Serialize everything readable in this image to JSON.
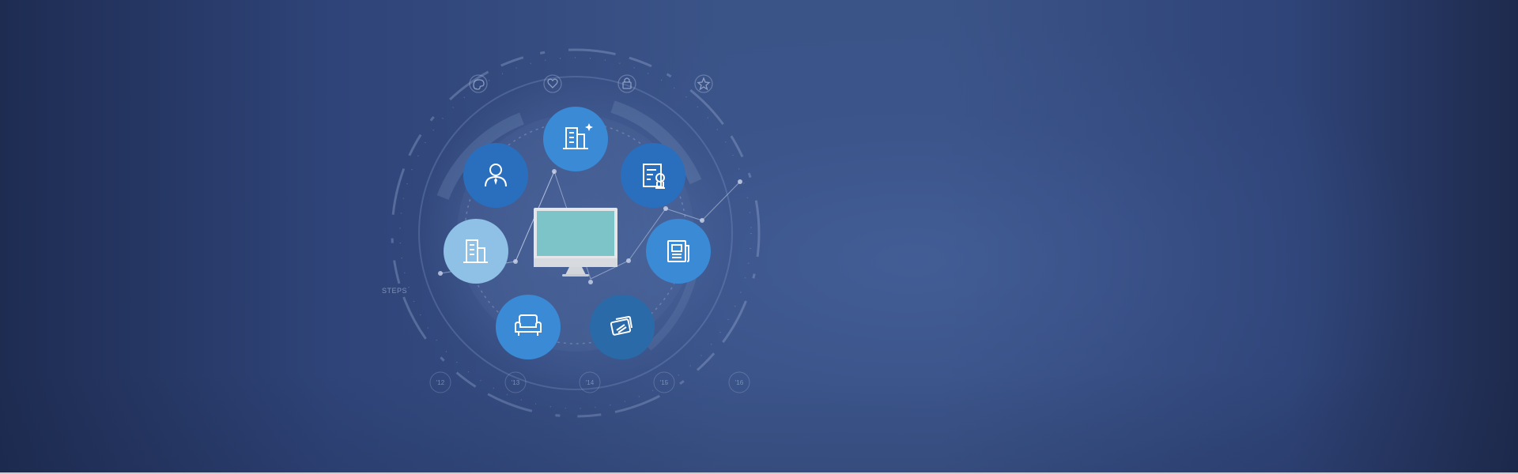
{
  "hero": {
    "steps_label": "STEPS",
    "years": [
      "'12",
      "'13",
      "'14",
      "'15",
      "'16"
    ]
  },
  "icons": {
    "top_row": [
      "palette-icon",
      "heart-icon",
      "lock-icon",
      "star-icon"
    ],
    "service_circles": [
      {
        "name": "building-plus-icon",
        "color": "#3a8ad6"
      },
      {
        "name": "document-certificate-icon",
        "color": "#2a6fbe"
      },
      {
        "name": "newspaper-icon",
        "color": "#3a8ad6"
      },
      {
        "name": "credit-card-icon",
        "color": "#2a6aa8"
      },
      {
        "name": "armchair-icon",
        "color": "#3a8ad6"
      },
      {
        "name": "office-building-icon",
        "color": "#8fc0e6"
      },
      {
        "name": "user-tie-icon",
        "color": "#2a6fbe"
      }
    ],
    "center": "desktop-monitor-icon"
  },
  "colors": {
    "background": "#3b5488",
    "monitor_screen": "#7cc4c8",
    "monitor_frame": "#e4e6ea"
  }
}
